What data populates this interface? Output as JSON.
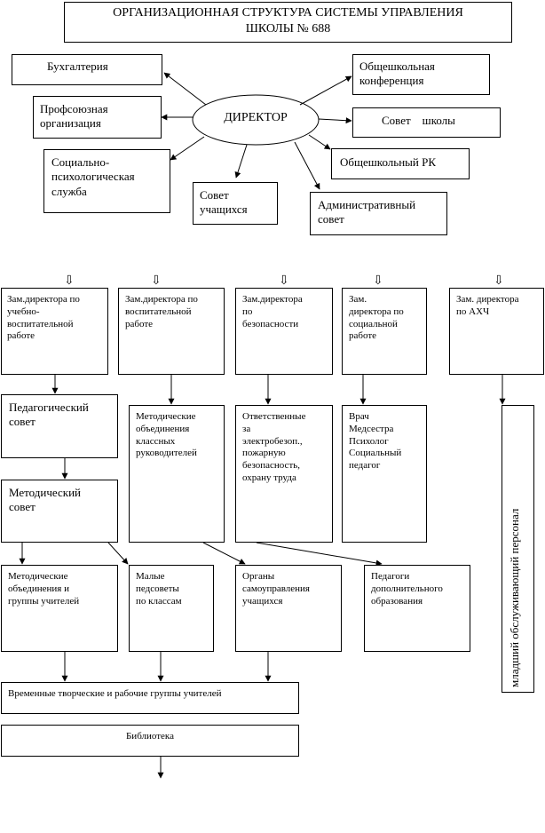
{
  "title": "ОРГАНИЗАЦИОННАЯ СТРУКТУРА СИСТЕМЫ УПРАВЛЕНИЯ\nШКОЛЫ № 688",
  "director": "ДИРЕКТОР",
  "top_nodes": {
    "accounting": "Бухгалтерия",
    "trade_union": "Профсоюзная\nорганизация",
    "social_psych": "Социально-\nпсихологическая\nслужба",
    "student_council": "Совет\nучащихся",
    "school_conference": "Общешкольная\nконференция",
    "school_council": "Совет    школы",
    "parent_committee": "Общешкольный РК",
    "admin_council": "Административный\nсовет"
  },
  "deputies": {
    "edu": "Зам.директора по\nучебно-\nвоспитательной\nработе",
    "upbringing": "Зам.директора по\nвоспитательной\nработе",
    "safety": "Зам.директора\nпо\nбезопасности",
    "social": "Зам.\nдиректора по\nсоциальной\nработе",
    "ahch": "Зам. директора\nпо АХЧ"
  },
  "level2": {
    "ped_council": "Педагогический\nсовет",
    "method_council": "Методический\nсовет",
    "method_class": "Методические\nобъединения\nклассных\nруководителей",
    "responsible": "Ответственные\nза\nэлектробезоп.,\nпожарную\nбезопасность,\nохрану труда",
    "social_staff": "Врач\nМедсестра\nПсихолог\nСоциальный\nпедагог",
    "junior_staff": "младший обслуживающий персонал"
  },
  "level3": {
    "method_groups": "Методические\nобъединения и\nгруппы учителей",
    "small_councils": "Малые\nпедсоветы\nпо классам",
    "self_gov": "Органы\nсамоуправления\nучащихся",
    "add_edu": "Педагоги\nдополнительного\nобразования"
  },
  "bottom": {
    "temp_groups": "Временные творческие и рабочие группы учителей",
    "library": "Библиотека"
  },
  "arrow_glyph": "⇩"
}
